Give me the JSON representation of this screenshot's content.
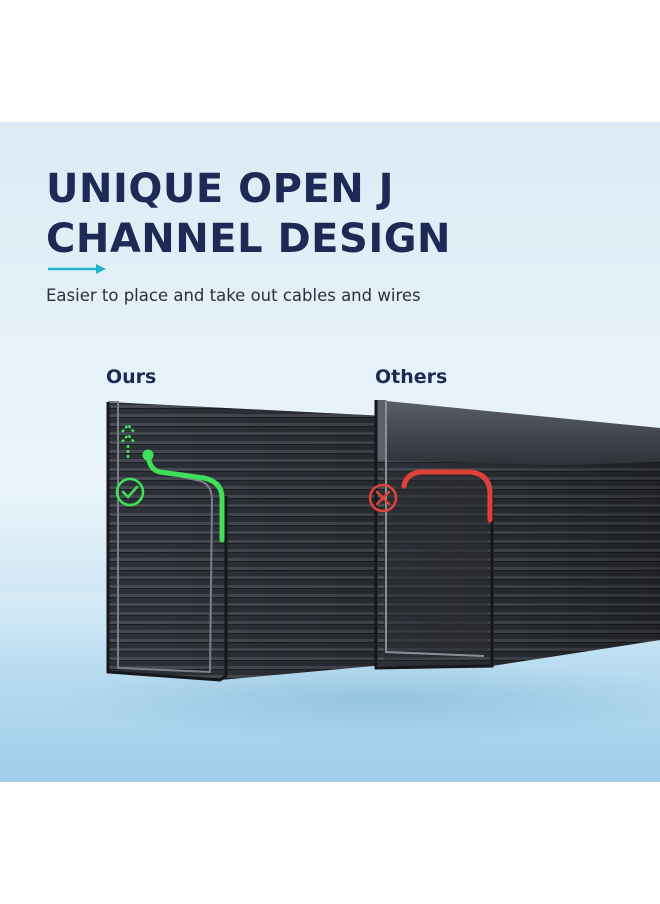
{
  "headline": {
    "line1": "UNIQUE OPEN J",
    "line2": "CHANNEL DESIGN"
  },
  "subtitle": "Easier to place and take out cables and wires",
  "labels": {
    "ours": "Ours",
    "others": "Others"
  },
  "icons": {
    "ours_status": "check-circle-icon",
    "others_status": "x-circle-icon",
    "ours_hint": "up-arrows-icon",
    "decor": "arrow-right-icon"
  },
  "colors": {
    "headline": "#1c2a55",
    "accent_teal": "#22b5c7",
    "good_green": "#3ee05a",
    "bad_red": "#e0423a",
    "channel_dark": "#2b2d33"
  }
}
